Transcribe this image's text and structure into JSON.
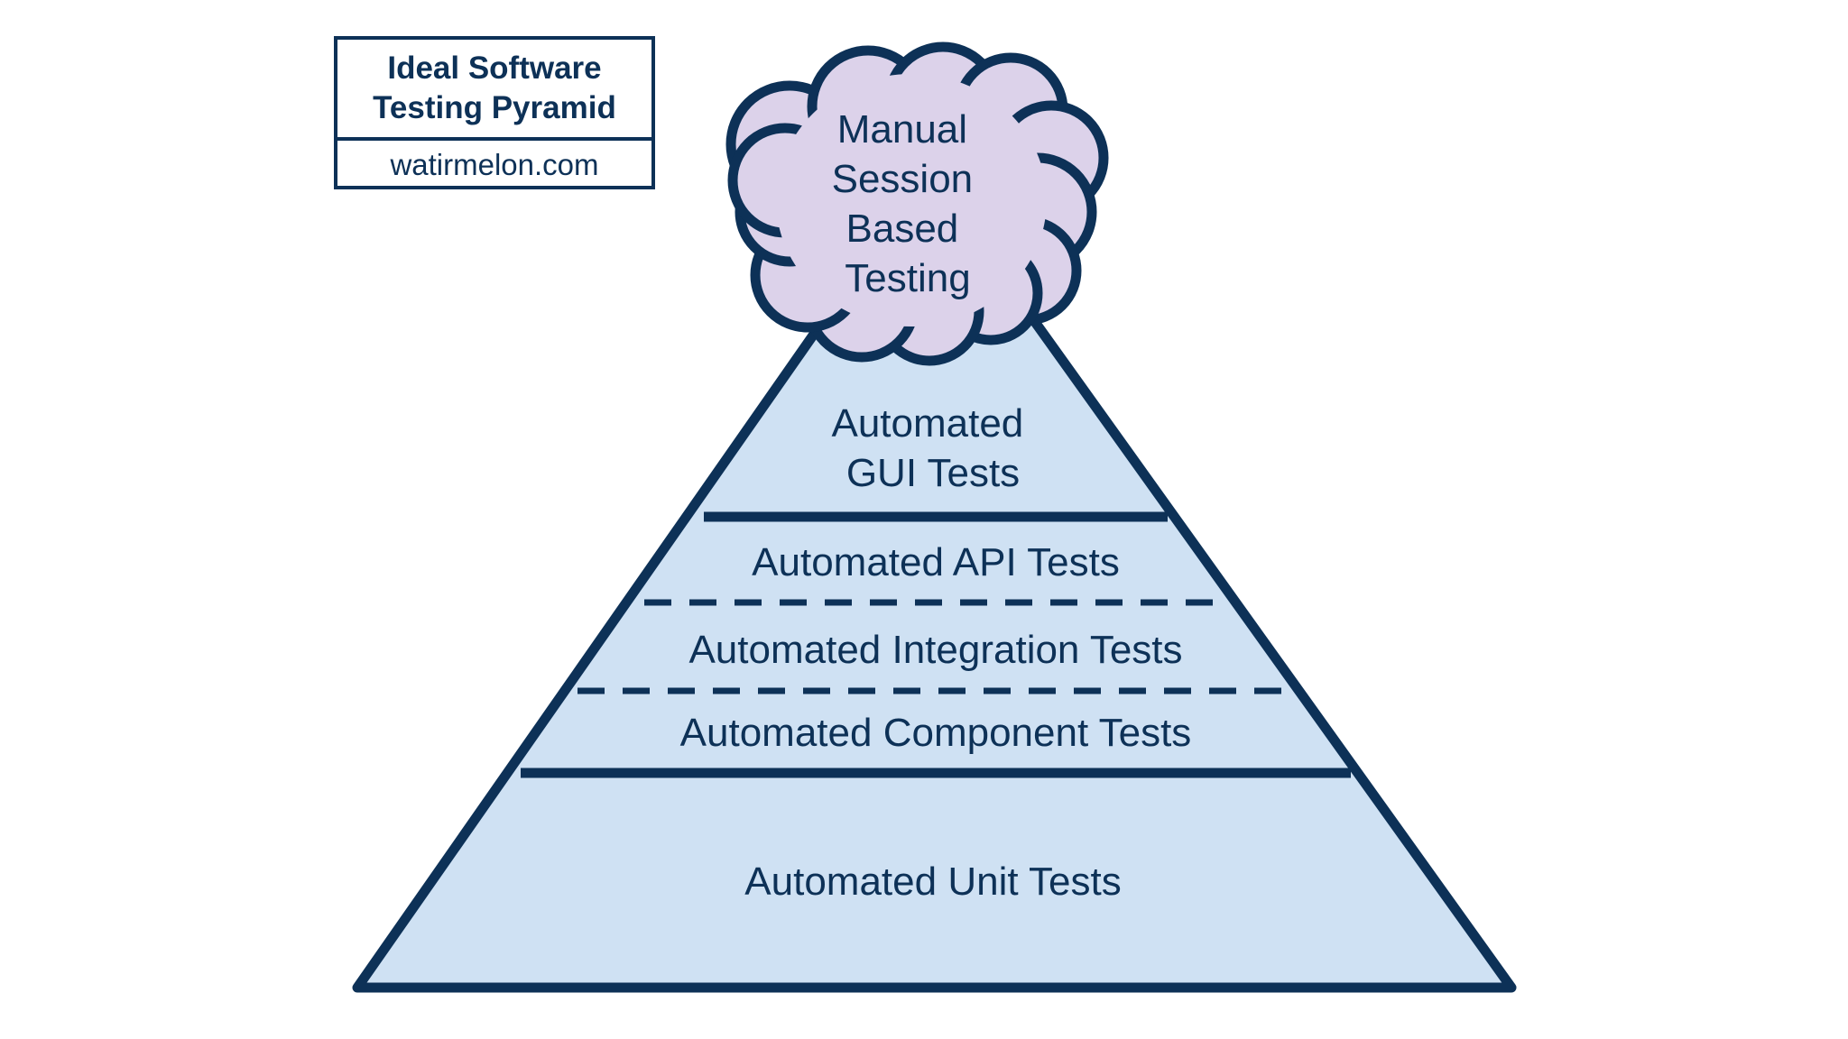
{
  "legend": {
    "title_line1": "Ideal Software",
    "title_line2": "Testing Pyramid",
    "url": "watirmelon.com"
  },
  "cloud": {
    "lines": [
      "Manual",
      "Session",
      "Based",
      "Testing"
    ]
  },
  "layers": {
    "gui": [
      "Automated",
      "GUI Tests"
    ],
    "api": "Automated API Tests",
    "integration": "Automated Integration Tests",
    "component": "Automated Component Tests",
    "unit": "Automated Unit Tests"
  },
  "colors": {
    "outline": "#0d3157",
    "pyramid_fill": "#cfe1f3",
    "cloud_fill": "#dcd2ea",
    "text": "#0d3157"
  }
}
